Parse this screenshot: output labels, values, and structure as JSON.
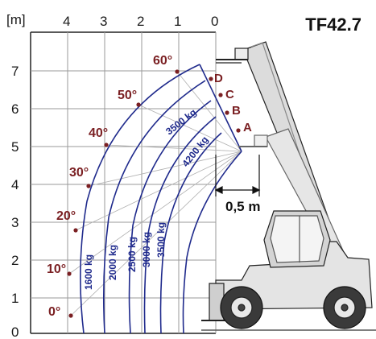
{
  "model": "TF42.7",
  "unit_label": "[m]",
  "x_ticks": [
    "4",
    "3",
    "2",
    "1",
    "0"
  ],
  "y_ticks": [
    "7",
    "6",
    "5",
    "4",
    "3",
    "2",
    "1",
    "0"
  ],
  "angles": [
    "60°",
    "50°",
    "40°",
    "30°",
    "20°",
    "10°",
    "0°"
  ],
  "points": [
    "D",
    "C",
    "B",
    "A"
  ],
  "loads": [
    "1600 kg",
    "2000 kg",
    "2500 kg",
    "3000 kg",
    "3500 kg",
    "3500 kg",
    "4200 kg"
  ],
  "dimension": "0,5 m",
  "colors": {
    "curve": "#1f2a8c",
    "angle": "#7a1f22",
    "grid": "#9a9a9a"
  }
}
